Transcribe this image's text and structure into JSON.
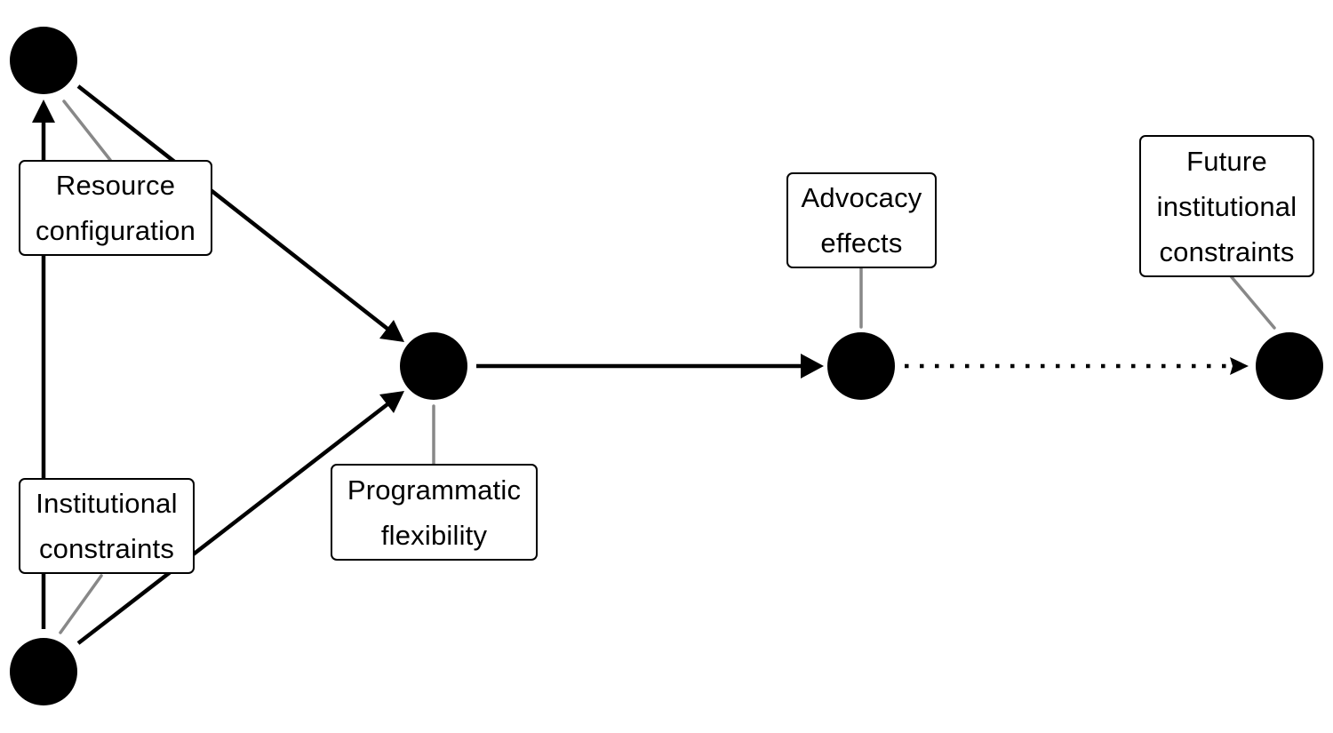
{
  "diagram": {
    "type": "causal-path-diagram",
    "colors": {
      "node": "#000000",
      "arrow": "#000000",
      "leader_line": "#888888",
      "box_border": "#000000",
      "box_fill": "#ffffff"
    },
    "nodes": [
      {
        "id": "resource",
        "label_lines": [
          "Resource",
          "configuration"
        ]
      },
      {
        "id": "institutional",
        "label_lines": [
          "Institutional",
          "constraints"
        ]
      },
      {
        "id": "programmatic",
        "label_lines": [
          "Programmatic",
          "flexibility"
        ]
      },
      {
        "id": "advocacy",
        "label_lines": [
          "Advocacy",
          "effects"
        ]
      },
      {
        "id": "future",
        "label_lines": [
          "Future",
          "institutional",
          "constraints"
        ]
      }
    ],
    "edges": [
      {
        "from": "institutional",
        "to": "resource",
        "style": "solid"
      },
      {
        "from": "resource",
        "to": "programmatic",
        "style": "solid"
      },
      {
        "from": "institutional",
        "to": "programmatic",
        "style": "solid"
      },
      {
        "from": "programmatic",
        "to": "advocacy",
        "style": "solid"
      },
      {
        "from": "advocacy",
        "to": "future",
        "style": "dotted"
      }
    ]
  }
}
